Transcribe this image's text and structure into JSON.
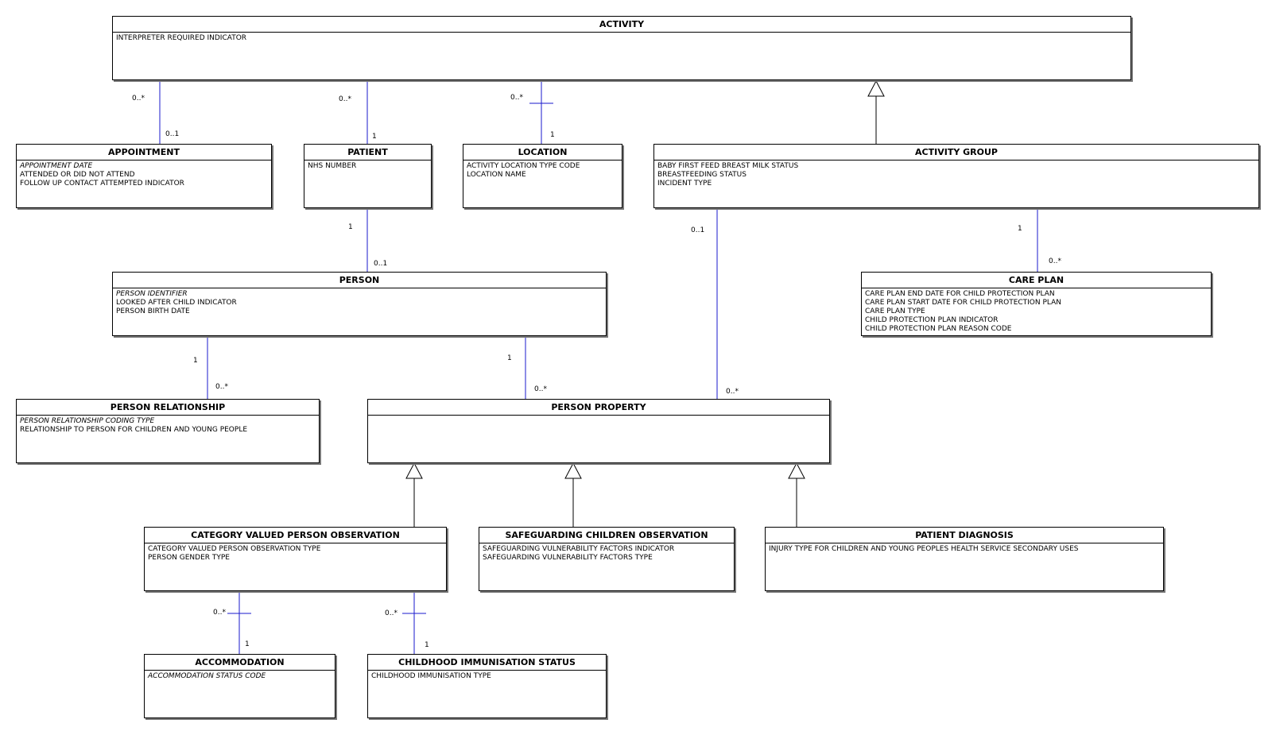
{
  "entities": [
    {
      "id": "activity",
      "name": "ACTIVITY",
      "attributes": [
        {
          "text": "INTERPRETER REQUIRED INDICATOR",
          "key": false
        }
      ]
    },
    {
      "id": "appointment",
      "name": "APPOINTMENT",
      "attributes": [
        {
          "text": "APPOINTMENT DATE",
          "key": true
        },
        {
          "text": "ATTENDED OR DID NOT ATTEND",
          "key": false
        },
        {
          "text": "FOLLOW UP CONTACT ATTEMPTED INDICATOR",
          "key": false
        }
      ]
    },
    {
      "id": "patient",
      "name": "PATIENT",
      "attributes": [
        {
          "text": "NHS NUMBER",
          "key": false
        }
      ]
    },
    {
      "id": "location",
      "name": "LOCATION",
      "attributes": [
        {
          "text": "ACTIVITY LOCATION TYPE CODE",
          "key": false
        },
        {
          "text": "LOCATION NAME",
          "key": false
        }
      ]
    },
    {
      "id": "activity-group",
      "name": "ACTIVITY GROUP",
      "attributes": [
        {
          "text": "BABY FIRST FEED BREAST MILK STATUS",
          "key": false
        },
        {
          "text": "BREASTFEEDING STATUS",
          "key": false
        },
        {
          "text": "INCIDENT TYPE",
          "key": false
        }
      ]
    },
    {
      "id": "person",
      "name": "PERSON",
      "attributes": [
        {
          "text": "PERSON IDENTIFIER",
          "key": true
        },
        {
          "text": "LOOKED AFTER CHILD INDICATOR",
          "key": false
        },
        {
          "text": "PERSON BIRTH DATE",
          "key": false
        }
      ]
    },
    {
      "id": "care-plan",
      "name": "CARE PLAN",
      "attributes": [
        {
          "text": "CARE PLAN END DATE FOR CHILD PROTECTION PLAN",
          "key": false
        },
        {
          "text": "CARE PLAN START DATE FOR CHILD PROTECTION PLAN",
          "key": false
        },
        {
          "text": "CARE PLAN TYPE",
          "key": false
        },
        {
          "text": "CHILD PROTECTION PLAN INDICATOR",
          "key": false
        },
        {
          "text": "CHILD PROTECTION PLAN REASON CODE",
          "key": false
        }
      ]
    },
    {
      "id": "person-relationship",
      "name": "PERSON RELATIONSHIP",
      "attributes": [
        {
          "text": "PERSON RELATIONSHIP CODING TYPE",
          "key": true
        },
        {
          "text": "RELATIONSHIP TO PERSON FOR CHILDREN AND YOUNG PEOPLE",
          "key": false
        }
      ]
    },
    {
      "id": "person-property",
      "name": "PERSON PROPERTY",
      "attributes": []
    },
    {
      "id": "category-valued-person-observation",
      "name": "CATEGORY VALUED PERSON OBSERVATION",
      "attributes": [
        {
          "text": "CATEGORY VALUED PERSON OBSERVATION TYPE",
          "key": false
        },
        {
          "text": "PERSON GENDER TYPE",
          "key": false
        }
      ]
    },
    {
      "id": "safeguarding-children-observation",
      "name": "SAFEGUARDING CHILDREN OBSERVATION",
      "attributes": [
        {
          "text": "SAFEGUARDING VULNERABILITY FACTORS INDICATOR",
          "key": false
        },
        {
          "text": "SAFEGUARDING VULNERABILITY FACTORS TYPE",
          "key": false
        }
      ]
    },
    {
      "id": "patient-diagnosis",
      "name": "PATIENT DIAGNOSIS",
      "attributes": [
        {
          "text": "INJURY TYPE FOR CHILDREN AND YOUNG PEOPLES HEALTH SERVICE SECONDARY USES",
          "key": false
        }
      ]
    },
    {
      "id": "accommodation",
      "name": "ACCOMMODATION",
      "attributes": [
        {
          "text": "ACCOMMODATION STATUS CODE",
          "key": true
        }
      ]
    },
    {
      "id": "childhood-immunisation-status",
      "name": "CHILDHOOD IMMUNISATION STATUS",
      "attributes": [
        {
          "text": "CHILDHOOD IMMUNISATION TYPE",
          "key": false
        }
      ]
    }
  ],
  "associations": [
    {
      "id": "activity-appointment",
      "from": "activity",
      "to": "appointment",
      "from_mult": "0..*",
      "to_mult": "0..1",
      "identifying": false
    },
    {
      "id": "activity-patient",
      "from": "activity",
      "to": "patient",
      "from_mult": "0..*",
      "to_mult": "1",
      "identifying": false
    },
    {
      "id": "activity-location",
      "from": "activity",
      "to": "location",
      "from_mult": "0..*",
      "to_mult": "1",
      "identifying": true
    },
    {
      "id": "patient-person",
      "from": "patient",
      "to": "person",
      "from_mult": "1",
      "to_mult": "0..1",
      "identifying": false
    },
    {
      "id": "activitygroup-careplan",
      "from": "activity-group",
      "to": "care-plan",
      "from_mult": "1",
      "to_mult": "0..*",
      "identifying": false
    },
    {
      "id": "activitygroup-personproperty",
      "from": "activity-group",
      "to": "person-property",
      "from_mult": "0..1",
      "to_mult": "0..*",
      "identifying": false
    },
    {
      "id": "person-personrelationship",
      "from": "person",
      "to": "person-relationship",
      "from_mult": "1",
      "to_mult": "0..*",
      "identifying": false
    },
    {
      "id": "person-personproperty",
      "from": "person",
      "to": "person-property",
      "from_mult": "1",
      "to_mult": "0..*",
      "identifying": false
    },
    {
      "id": "cvpo-accommodation",
      "from": "category-valued-person-observation",
      "to": "accommodation",
      "from_mult": "0..*",
      "to_mult": "1",
      "identifying": true
    },
    {
      "id": "cvpo-immunisation",
      "from": "category-valued-person-observation",
      "to": "childhood-immunisation-status",
      "from_mult": "0..*",
      "to_mult": "1",
      "identifying": true
    }
  ],
  "generalizations": [
    {
      "id": "activitygroup-is-activity",
      "child": "activity-group",
      "parent": "activity"
    },
    {
      "id": "cvpo-is-personproperty",
      "child": "category-valued-person-observation",
      "parent": "person-property"
    },
    {
      "id": "sco-is-personproperty",
      "child": "safeguarding-children-observation",
      "parent": "person-property"
    },
    {
      "id": "pd-is-personproperty",
      "child": "patient-diagnosis",
      "parent": "person-property"
    }
  ],
  "colors": {
    "association": "#1a1acc",
    "generalization": "#000000"
  }
}
